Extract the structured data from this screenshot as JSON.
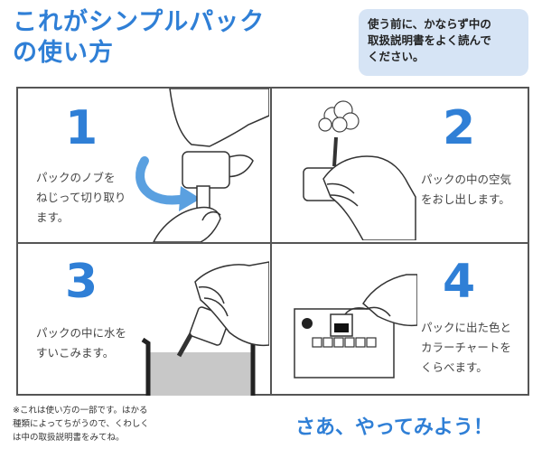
{
  "title": {
    "line1": "これがシンプルパック",
    "line2": "の使い方"
  },
  "notice": {
    "line1": "使う前に、かならず中の",
    "line2": "取扱説明書をよく読んで",
    "line3": "ください。"
  },
  "steps": [
    {
      "number": "1",
      "lines": [
        "パックのノブを",
        "ねじって切り取り",
        "ます。"
      ]
    },
    {
      "number": "2",
      "lines": [
        "パックの中の空気",
        "をおし出します。"
      ]
    },
    {
      "number": "3",
      "lines": [
        "パックの中に水を",
        "すいこみます。"
      ]
    },
    {
      "number": "4",
      "lines": [
        "パックに出た色と",
        "カラーチャートを",
        "くらべます。"
      ]
    }
  ],
  "footnote": {
    "line1": "※これは使い方の一部です。はかる",
    "line2": "種類によってちがうので、くわしく",
    "line3": "は中の取扱説明書をみてね。"
  },
  "cta": "さあ、やってみよう！",
  "colors": {
    "accent": "#2f7fd6",
    "notice_bg": "#d6e4f5",
    "water": "#c8c8c8"
  }
}
